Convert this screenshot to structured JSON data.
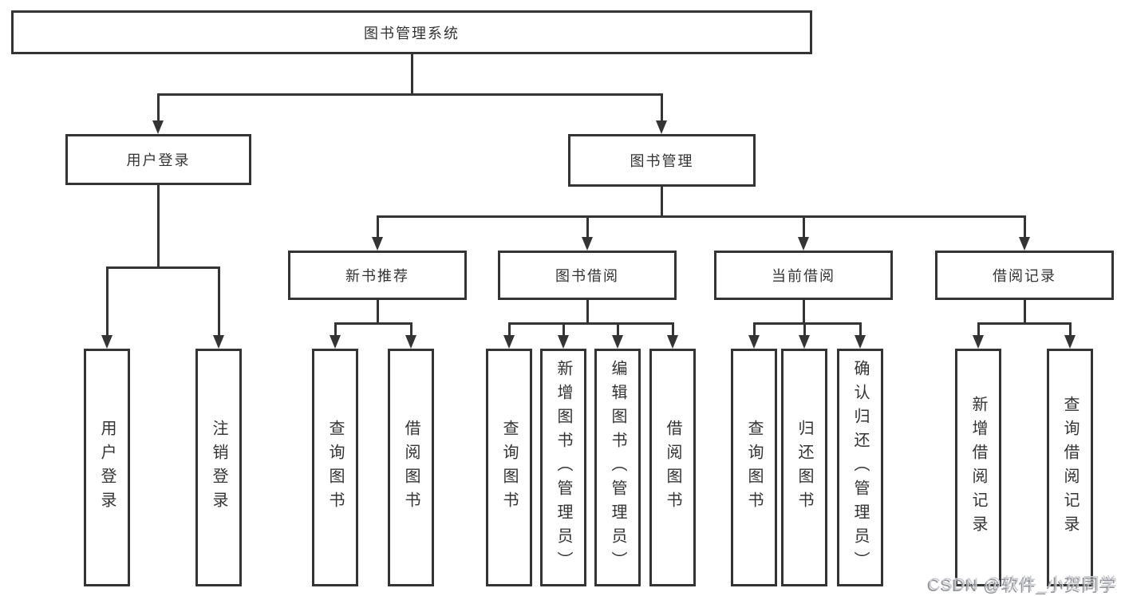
{
  "nodes": {
    "root": "图书管理系统",
    "user_login": "用户登录",
    "book_management": "图书管理",
    "new_book_recommend": "新书推荐",
    "book_borrowing": "图书借阅",
    "current_borrowing": "当前借阅",
    "borrowing_records": "借阅记录",
    "login_user_login": "用户登录",
    "login_logout": "注销登录",
    "recommend_query_books": "查询图书",
    "recommend_borrow_books": "借阅图书",
    "borrowing_query_books": "查询图书",
    "borrowing_add_books": "新增图书（管理员）",
    "borrowing_edit_books": "编辑图书（管理员）",
    "borrowing_borrow_books": "借阅图书",
    "current_query_books": "查询图书",
    "current_return_books": "归还图书",
    "current_confirm_return": "确认归还（管理员）",
    "records_add_record": "新增借阅记录",
    "records_query_record": "查询借阅记录"
  },
  "hierarchy": {
    "图书管理系统": [
      "用户登录",
      "图书管理"
    ],
    "用户登录": [
      "用户登录",
      "注销登录"
    ],
    "图书管理": [
      "新书推荐",
      "图书借阅",
      "当前借阅",
      "借阅记录"
    ],
    "新书推荐": [
      "查询图书",
      "借阅图书"
    ],
    "图书借阅": [
      "查询图书",
      "新增图书（管理员）",
      "编辑图书（管理员）",
      "借阅图书"
    ],
    "当前借阅": [
      "查询图书",
      "归还图书",
      "确认归还（管理员）"
    ],
    "借阅记录": [
      "新增借阅记录",
      "查询借阅记录"
    ]
  },
  "watermark": "CSDN @软件_小贺同学",
  "colors": {
    "line": "#343434",
    "text": "#333333",
    "background": "#ffffff",
    "watermark": "#caccd1"
  }
}
